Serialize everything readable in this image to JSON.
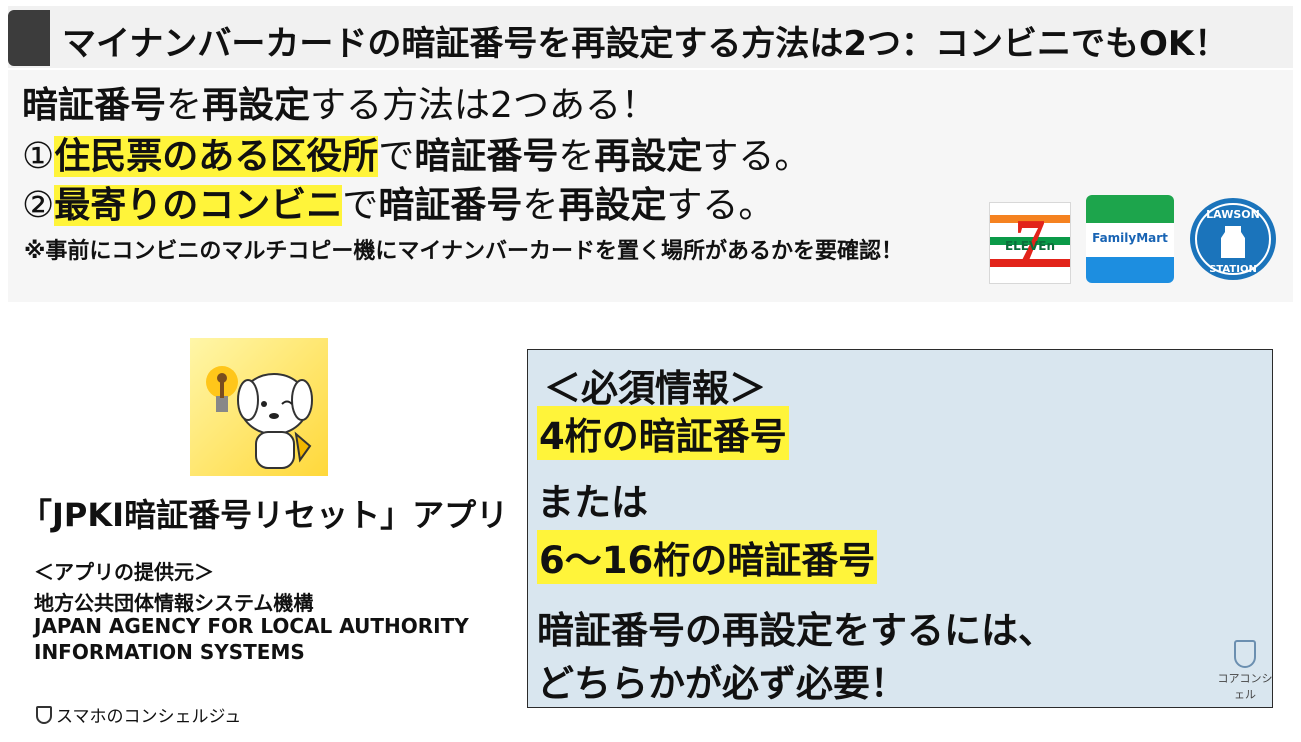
{
  "title": "マイナンバーカードの暗証番号を再設定する方法は2つ：コンビニでもOK！",
  "lead": {
    "line1": {
      "a": "暗証番号",
      "b": "を",
      "c": "再設定",
      "d": "する方法は2つある！"
    },
    "line2": {
      "num": "①",
      "hl": "住民票のある区役所",
      "a": "で",
      "b": "暗証番号",
      "c": "を",
      "d": "再設定",
      "e": "する。"
    },
    "line3": {
      "num": "②",
      "hl": "最寄りのコンビニ",
      "a": "で",
      "b": "暗証番号",
      "c": "を",
      "d": "再設定",
      "e": "する。"
    }
  },
  "note": "※事前にコンビニのマルチコピー機にマイナンバーカードを置く場所があるかを要確認！",
  "logos": {
    "seven_number": "7",
    "seven_text": "ELEVEn",
    "familymart": "FamilyMart",
    "lawson_top": "LAWSON",
    "lawson_bottom": "STATION"
  },
  "app": {
    "name": "「JPKI暗証番号リセット」アプリ",
    "provider_label": "＜アプリの提供元＞",
    "provider_jp": "地方公共団体情報システム機構",
    "provider_en1": "JAPAN AGENCY FOR LOCAL AUTHORITY",
    "provider_en2": "INFORMATION SYSTEMS"
  },
  "info": {
    "heading": "＜必須情報＞",
    "option1": "4桁の暗証番号",
    "or": "または",
    "option2": "6～16桁の暗証番号",
    "conclusion1": "暗証番号の再設定をするには、",
    "conclusion2": "どちらかが必ず必要！"
  },
  "footer": {
    "brand": "スマホのコンシェルジュ",
    "corner": "コアコンシェル"
  },
  "colors": {
    "highlight": "#fff43a",
    "info_bg": "#d9e6ef",
    "title_accent": "#3c3c3c"
  }
}
